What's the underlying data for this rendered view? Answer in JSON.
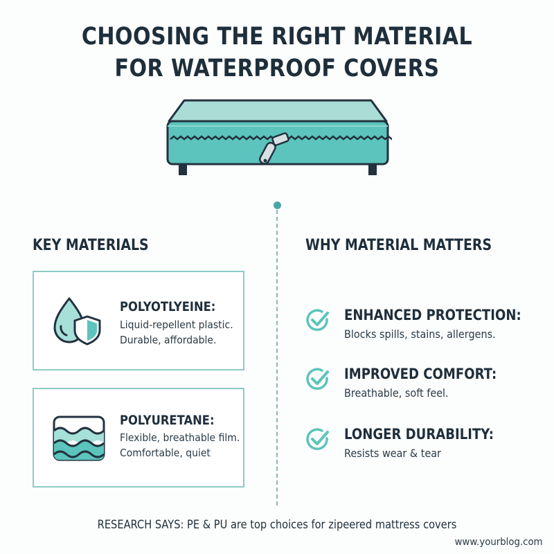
{
  "title": {
    "line1": "CHOOSING THE RIGHT MATERIAL",
    "line2": "FOR WATERPROOF COVERS"
  },
  "key_materials": {
    "heading": "KEY MATERIALS",
    "items": [
      {
        "name": "POLYOTLYEINE:",
        "desc_line1": "Liquid-repellent plastic.",
        "desc_line2": "Durable, affordable.",
        "icon": "water-drop-shield-icon"
      },
      {
        "name": "POLYURETANE:",
        "desc_line1": "Flexible, breathable film.",
        "desc_line2": "Comfortable, quiet",
        "icon": "wavy-layers-icon"
      }
    ]
  },
  "why_material_matters": {
    "heading": "WHY MATERIAL MATTERS",
    "items": [
      {
        "name": "ENHANCED PROTECTION:",
        "desc": "Blocks spills, stains, allergens.",
        "icon": "check-circle-icon"
      },
      {
        "name": "IMPROVED COMFORT:",
        "desc": "Breathable, soft feel.",
        "icon": "check-circle-icon"
      },
      {
        "name": "LONGER DURABILITY:",
        "desc": "Resists wear & tear",
        "icon": "check-circle-icon"
      }
    ]
  },
  "footnote": "RESEARCH SAYS: PE & PU are top choices for zipeered mattress covers",
  "site": "www.yourblog.com",
  "colors": {
    "text": "#1e2e3b",
    "teal": "#5cc4bc",
    "teal_light": "#a7e0d9",
    "border": "#8ccbc6"
  }
}
